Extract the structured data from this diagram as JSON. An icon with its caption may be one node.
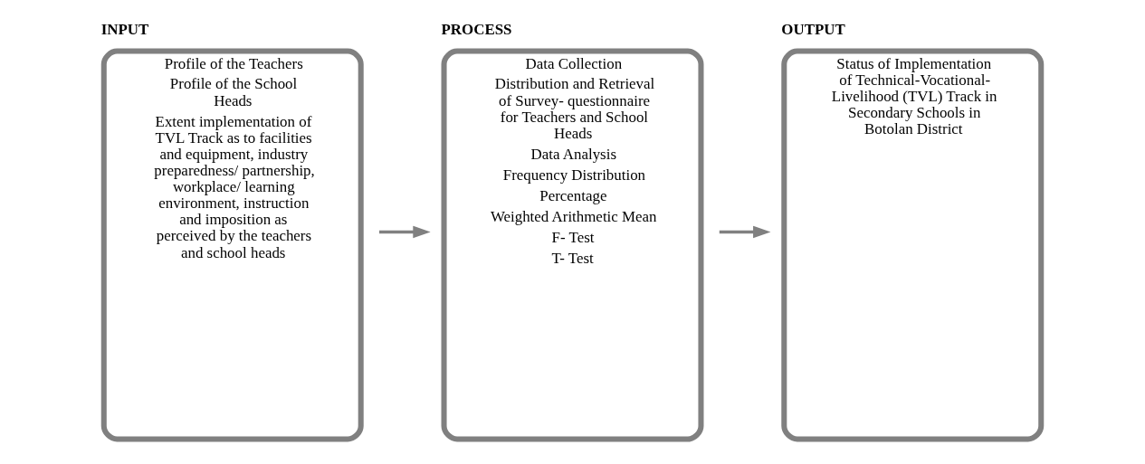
{
  "diagram": {
    "nodes": [
      {
        "text": [
          "INPUT",
          "Profile of the Teachers",
          "Profile of the School Heads",
          "Extent implementation of TVL Track as to facilities and equipment, industry preparedness/ partnership, workplace/ learning environment, instruction and imposition as perceived by the teachers and school heads"
        ]
      },
      {
        "text": [
          "PROCESS",
          "Data Collection",
          "Distribution and Retrieval of Survey- questionnaire for Teachers and School Heads",
          "Data Analysis",
          "Frequency Distribution",
          "Percentage",
          "Weighted Arithmetic Mean",
          "F- Test",
          "T- Test"
        ]
      },
      {
        "text": [
          "OUTPUT",
          "Status of Implementation of Technical-Vocational-Livelihood (TVL) Track in Secondary Schools in Botolan District"
        ]
      }
    ],
    "edges": [
      {
        "from": 0,
        "to": 1,
        "arrow": "to"
      },
      {
        "from": 1,
        "to": 2,
        "arrow": "to"
      }
    ]
  }
}
